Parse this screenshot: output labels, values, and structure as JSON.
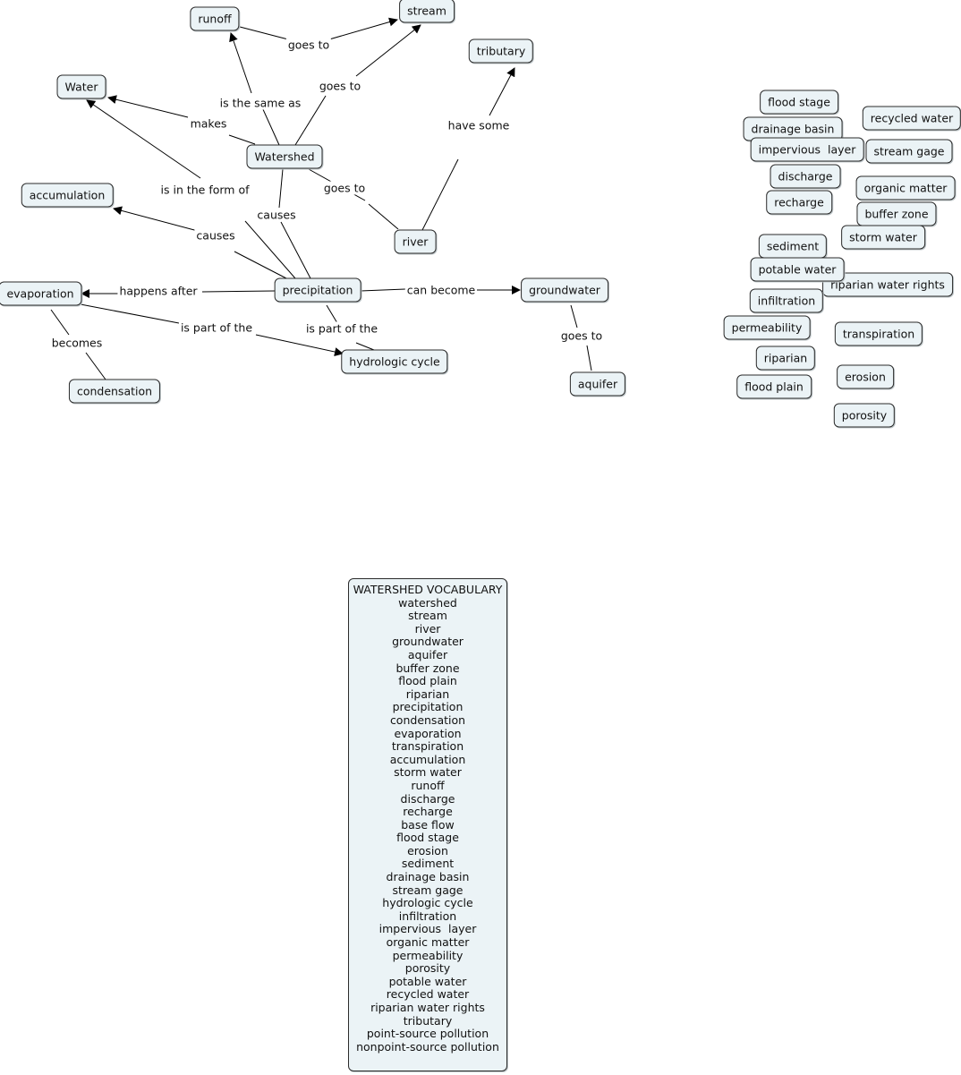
{
  "nodes": [
    {
      "id": "runoff",
      "label": "runoff"
    },
    {
      "id": "stream",
      "label": "stream"
    },
    {
      "id": "tributary",
      "label": "tributary"
    },
    {
      "id": "water",
      "label": "Water"
    },
    {
      "id": "watershed",
      "label": "Watershed"
    },
    {
      "id": "accumulation",
      "label": "accumulation"
    },
    {
      "id": "river",
      "label": "river"
    },
    {
      "id": "evaporation",
      "label": "evaporation"
    },
    {
      "id": "precipitation",
      "label": "precipitation"
    },
    {
      "id": "groundwater",
      "label": "groundwater"
    },
    {
      "id": "hydrologic_cycle",
      "label": "hydrologic cycle"
    },
    {
      "id": "condensation",
      "label": "condensation"
    },
    {
      "id": "aquifer",
      "label": "aquifer"
    }
  ],
  "links": [
    {
      "id": "l_goes_to_1",
      "label": "goes to"
    },
    {
      "id": "l_same_as",
      "label": "is the same as"
    },
    {
      "id": "l_goes_to_2",
      "label": "goes to"
    },
    {
      "id": "l_have_some",
      "label": "have some"
    },
    {
      "id": "l_makes",
      "label": "makes"
    },
    {
      "id": "l_form_of",
      "label": "is in the form of"
    },
    {
      "id": "l_goes_to_3",
      "label": "goes to"
    },
    {
      "id": "l_causes_1",
      "label": "causes"
    },
    {
      "id": "l_causes_2",
      "label": "causes"
    },
    {
      "id": "l_happens_after",
      "label": "happens after"
    },
    {
      "id": "l_can_become",
      "label": "can become"
    },
    {
      "id": "l_part_of_1",
      "label": "is part of the"
    },
    {
      "id": "l_part_of_2",
      "label": "is part of the"
    },
    {
      "id": "l_becomes",
      "label": "becomes"
    },
    {
      "id": "l_goes_to_4",
      "label": "goes to"
    }
  ],
  "floating": [
    {
      "id": "f_flood_stage",
      "label": "flood stage"
    },
    {
      "id": "f_recycled_water",
      "label": "recycled water"
    },
    {
      "id": "f_drainage_basin",
      "label": "drainage basin"
    },
    {
      "id": "f_impervious_layer",
      "label": "impervious  layer"
    },
    {
      "id": "f_stream_gage",
      "label": "stream gage"
    },
    {
      "id": "f_discharge",
      "label": "discharge"
    },
    {
      "id": "f_organic_matter",
      "label": "organic matter"
    },
    {
      "id": "f_recharge",
      "label": "recharge"
    },
    {
      "id": "f_buffer_zone",
      "label": "buffer zone"
    },
    {
      "id": "f_storm_water",
      "label": "storm water"
    },
    {
      "id": "f_sediment",
      "label": "sediment"
    },
    {
      "id": "f_riparian_water_rights",
      "label": "riparian water rights"
    },
    {
      "id": "f_potable_water",
      "label": "potable water"
    },
    {
      "id": "f_infiltration",
      "label": "infiltration"
    },
    {
      "id": "f_permeability",
      "label": "permeability"
    },
    {
      "id": "f_transpiration",
      "label": "transpiration"
    },
    {
      "id": "f_riparian",
      "label": "riparian"
    },
    {
      "id": "f_erosion",
      "label": "erosion"
    },
    {
      "id": "f_flood_plain",
      "label": "flood plain"
    },
    {
      "id": "f_porosity",
      "label": "porosity"
    }
  ],
  "vocabulary": {
    "title": "WATERSHED VOCABULARY",
    "items": [
      "watershed",
      "stream",
      "river",
      "groundwater",
      "aquifer",
      "buffer zone",
      "flood plain",
      "riparian",
      "precipitation",
      "condensation",
      "evaporation",
      "transpiration",
      "accumulation",
      "storm water",
      "runoff",
      "discharge",
      "recharge",
      "base flow",
      "flood stage",
      "erosion",
      "sediment",
      "drainage basin",
      "stream gage",
      "hydrologic cycle",
      "infiltration",
      "impervious  layer",
      "organic matter",
      "permeability",
      "porosity",
      "potable water",
      "recycled water",
      "riparian water rights",
      "tributary",
      "point-source pollution",
      "nonpoint-source pollution"
    ]
  }
}
